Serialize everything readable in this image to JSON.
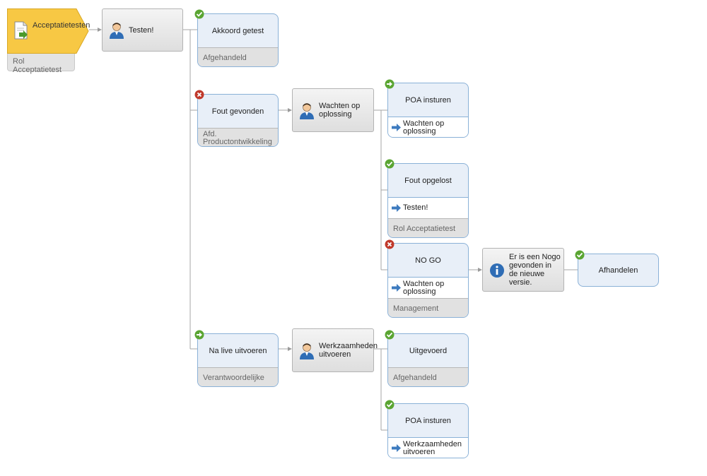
{
  "colors": {
    "start_fill": "#f7c844",
    "decision_fill": "#e8eff8",
    "decision_border": "#8ab1d7",
    "ok": "#5aa532",
    "error": "#c0392b",
    "arrow": "#3d7bbf"
  },
  "start": {
    "label": "Acceptatietesten",
    "role": "Rol Acceptatietest",
    "icon": "document-arrow-icon"
  },
  "test_task": {
    "label": "Testen!",
    "icon": "person-icon"
  },
  "akkoord": {
    "label": "Akkoord getest",
    "role": "Afgehandeld",
    "badge": "check-icon"
  },
  "fout": {
    "label": "Fout gevonden",
    "role": "Afd. Productontwikkeling",
    "badge": "error-icon"
  },
  "wachten_task": {
    "label": "Wachten op oplossing",
    "icon": "person-icon"
  },
  "poa1": {
    "label": "POA insturen",
    "next": "Wachten op oplossing",
    "badge": "arrow-right-icon"
  },
  "opgelost": {
    "label": "Fout opgelost",
    "next": "Testen!",
    "role": "Rol Acceptatietest",
    "badge": "check-icon"
  },
  "nogo": {
    "label": "NO GO",
    "next": "Wachten op oplossing",
    "role": "Management",
    "badge": "error-icon"
  },
  "nogo_info": {
    "label": "Er is een Nogo gevonden in de nieuwe versie.",
    "icon": "info-icon"
  },
  "afhandelen": {
    "label": "Afhandelen",
    "badge": "check-icon"
  },
  "live": {
    "label": "Na live uitvoeren",
    "role": "Verantwoordelijke",
    "badge": "arrow-right-icon"
  },
  "werk_task": {
    "label": "Werkzaamheden uitvoeren",
    "icon": "person-icon"
  },
  "uitgevoerd": {
    "label": "Uitgevoerd",
    "role": "Afgehandeld",
    "badge": "check-icon"
  },
  "poa2": {
    "label": "POA insturen",
    "next": "Werkzaamheden uitvoeren",
    "badge": "check-icon"
  }
}
